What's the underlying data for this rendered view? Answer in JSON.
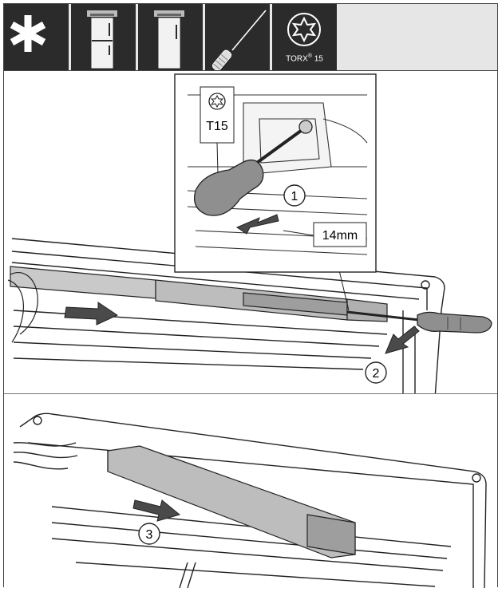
{
  "toolbar": {
    "tools": [
      {
        "icon": "asterisk-icon"
      },
      {
        "icon": "fridge-freezer-icon"
      },
      {
        "icon": "fridge-single-door-icon"
      },
      {
        "icon": "screwdriver-icon"
      },
      {
        "icon": "torx-bit-icon",
        "label": "TORX",
        "registered": "®",
        "size": "15"
      }
    ]
  },
  "step1": {
    "callout_bit_label": "T15",
    "callout_dimension": "14mm",
    "step_number_1": "1",
    "step_number_2": "2"
  },
  "step2": {
    "step_number_3": "3"
  }
}
